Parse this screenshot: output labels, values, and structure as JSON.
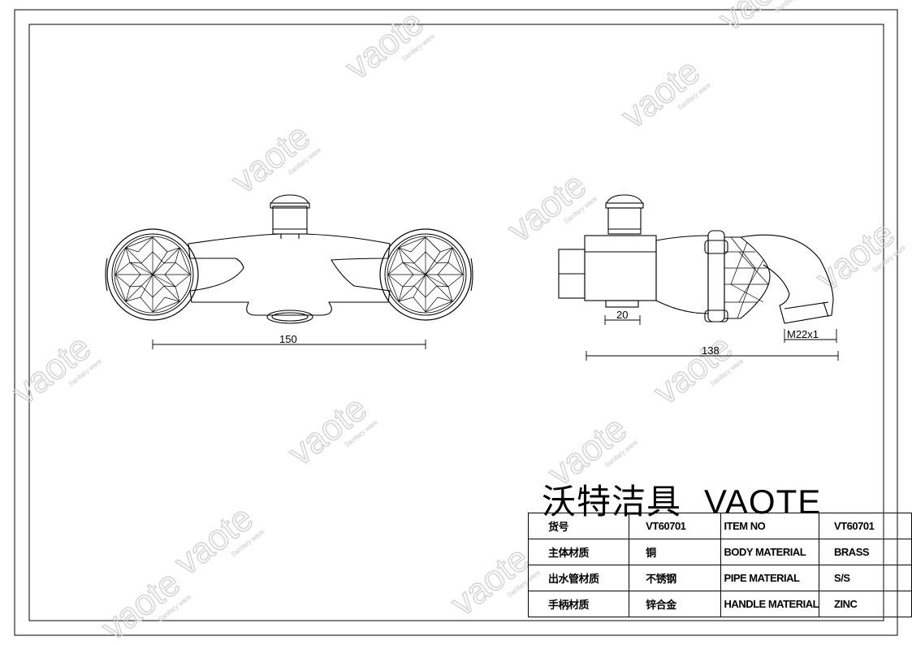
{
  "watermark": {
    "brand": "vaote",
    "tagline": "Sanitary ware"
  },
  "front_view": {
    "width_dimension": "150"
  },
  "side_view": {
    "depth_dimension": "138",
    "pipe_dimension": "20",
    "thread_spec": "M22x1"
  },
  "title_block": {
    "brand_cn": "沃特洁具",
    "brand_en": "VAOTE",
    "rows": [
      {
        "label_cn": "货号",
        "value_cn": "VT60701",
        "label_en": "ITEM NO",
        "value_en": "VT60701"
      },
      {
        "label_cn": "主体材质",
        "value_cn": "铜",
        "label_en": "BODY MATERIAL",
        "value_en": "BRASS"
      },
      {
        "label_cn": "出水管材质",
        "value_cn": "不锈钢",
        "label_en": "PIPE MATERIAL",
        "value_en": "S/S"
      },
      {
        "label_cn": "手柄材质",
        "value_cn": "锌合金",
        "label_en": "HANDLE MATERIAL",
        "value_en": "ZINC"
      }
    ]
  }
}
